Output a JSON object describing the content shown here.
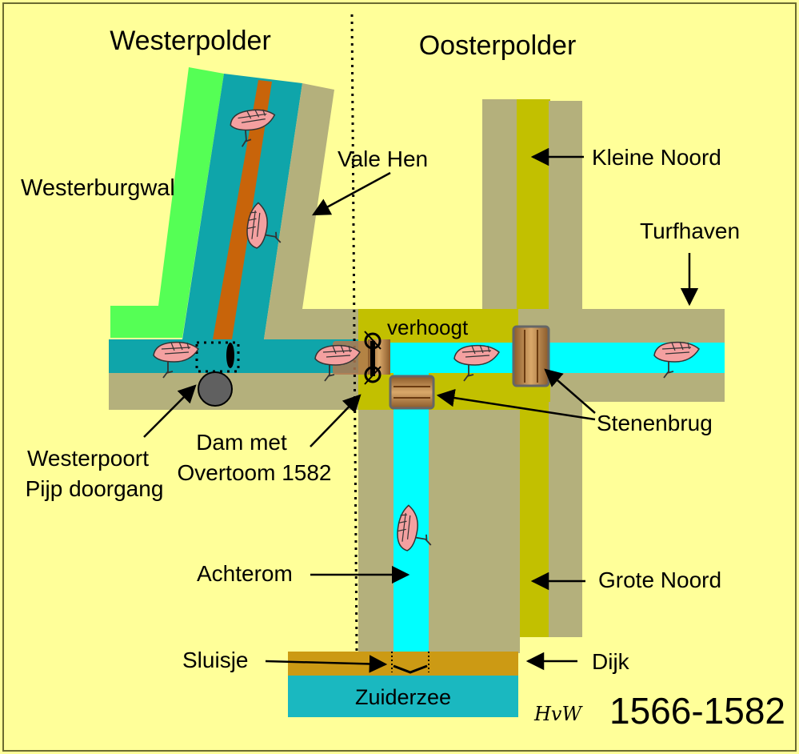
{
  "regions": {
    "west": "Westerpolder",
    "east": "Oosterpolder"
  },
  "labels": {
    "westerburgwal": "Westerburgwal",
    "vale_hen": "Vale Hen",
    "kleine_noord": "Kleine Noord",
    "turfhaven": "Turfhaven",
    "verhoogt": "verhoogt",
    "stenenbrug": "Stenenbrug",
    "westerpoort_line1": "Westerpoort",
    "westerpoort_line2": "Pijp doorgang",
    "dam_line1": "Dam met",
    "dam_line2": "Overtoom 1582",
    "achterom": "Achterom",
    "grote_noord": "Grote Noord",
    "sluisje": "Sluisje",
    "dijk": "Dijk",
    "zuiderzee": "Zuiderzee"
  },
  "signature": "HvW",
  "period": "1566-1582",
  "colors": {
    "background": "#ffff99",
    "land": "#b4b07c",
    "canal_west": "#0fa5aa",
    "canal_east": "#00ffff",
    "raised_ground": "#c2c000",
    "green_strip": "#55ff55",
    "path": "#c8640a",
    "dike": "#cc9a14",
    "sea": "#1ab8c0",
    "bridge": "#a86a32"
  },
  "icons": [
    "boat-icon",
    "bridge-icon",
    "gate-icon",
    "dam-icon"
  ]
}
